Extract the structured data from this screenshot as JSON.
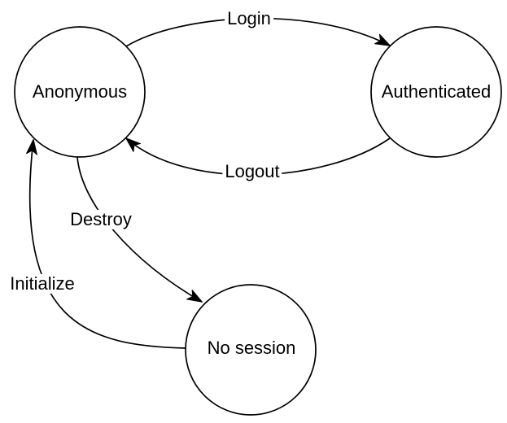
{
  "diagram": {
    "type": "state-diagram",
    "background_color": "#ffffff",
    "line_color": "#000000",
    "text_color": "#000000",
    "states": [
      {
        "id": "anonymous",
        "label": "Anonymous"
      },
      {
        "id": "authenticated",
        "label": "Authenticated"
      },
      {
        "id": "no_session",
        "label": "No session"
      }
    ],
    "transitions": [
      {
        "id": "login",
        "label": "Login",
        "from": "Anonymous",
        "to": "Authenticated"
      },
      {
        "id": "logout",
        "label": "Logout",
        "from": "Authenticated",
        "to": "Anonymous"
      },
      {
        "id": "destroy",
        "label": "Destroy",
        "from": "Anonymous",
        "to": "No session"
      },
      {
        "id": "initialize",
        "label": "Initialize",
        "from": "No session",
        "to": "Anonymous"
      }
    ]
  }
}
